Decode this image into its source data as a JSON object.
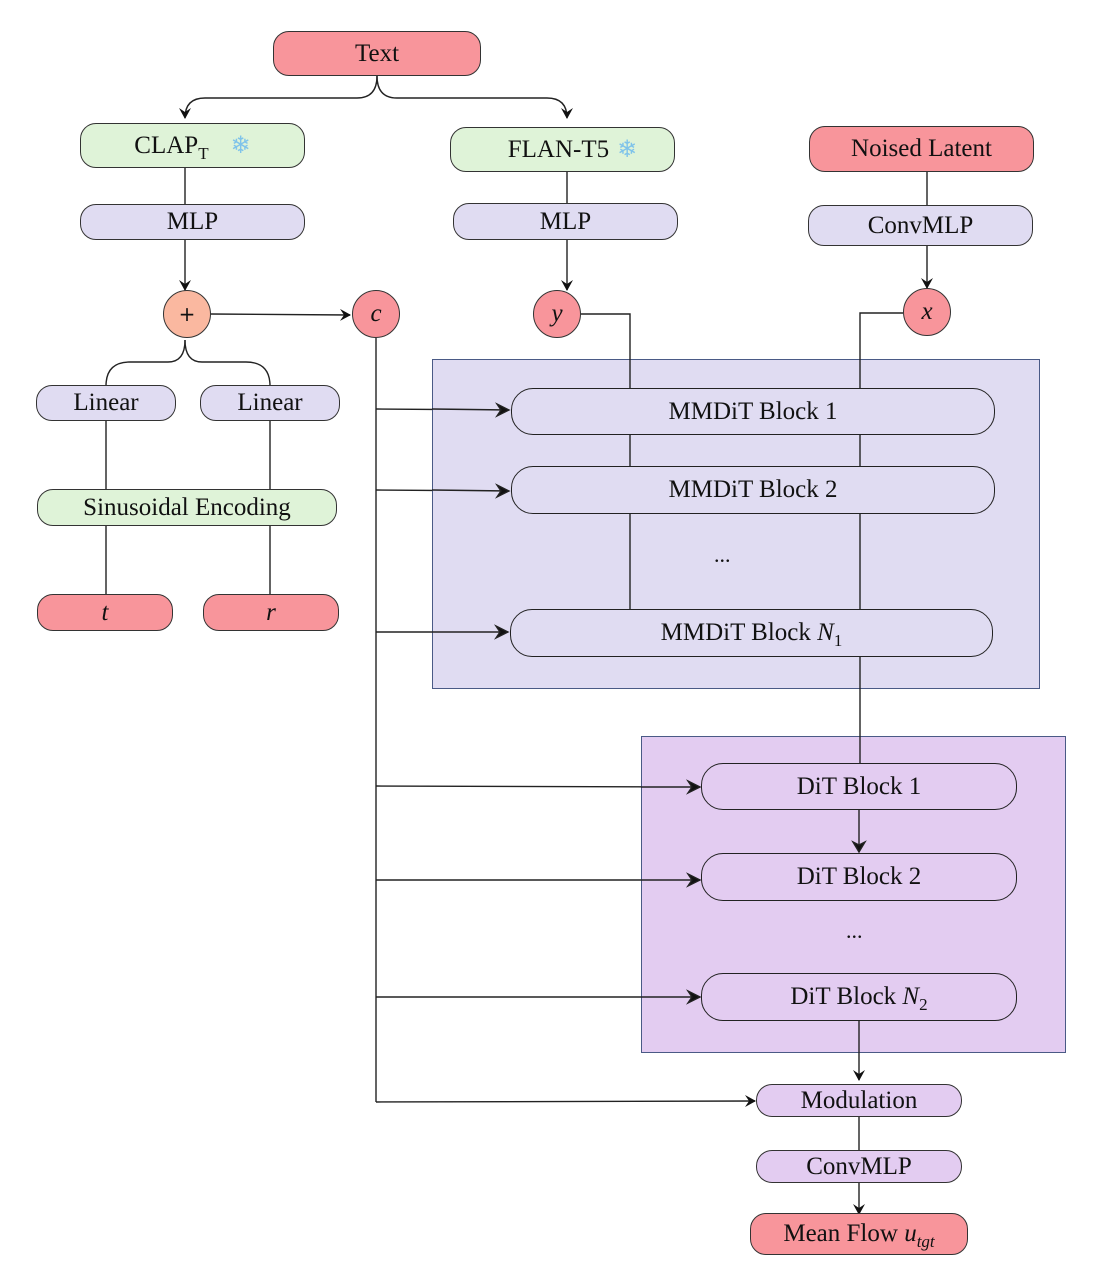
{
  "inputs": {
    "text": "Text",
    "noised_latent": "Noised Latent",
    "t": "t",
    "r": "r"
  },
  "encoders": {
    "clap": {
      "label": "CLAP",
      "subscript": "T",
      "frozen": true,
      "icon": "snowflake-icon"
    },
    "flan": {
      "label": "FLAN-T5",
      "frozen": true,
      "icon": "snowflake-icon"
    }
  },
  "layers": {
    "mlp_left": "MLP",
    "mlp_mid": "MLP",
    "convmlp_top": "ConvMLP",
    "linear_t": "Linear",
    "linear_r": "Linear",
    "sinusoidal": "Sinusoidal Encoding",
    "modulation": "Modulation",
    "convmlp_bottom": "ConvMLP"
  },
  "symbols": {
    "plus": "+",
    "c": "c",
    "y": "y",
    "x": "x",
    "snowflake": "❄"
  },
  "mmdit": {
    "blocks": [
      {
        "label": "MMDiT Block 1",
        "sub": ""
      },
      {
        "label": "MMDiT Block 2",
        "sub": ""
      },
      {
        "label": "MMDiT Block ",
        "var": "N",
        "sub": "1"
      }
    ],
    "ellipsis": "..."
  },
  "dit": {
    "blocks": [
      {
        "label": "DiT Block 1",
        "sub": ""
      },
      {
        "label": "DiT Block 2",
        "sub": ""
      },
      {
        "label": "DiT Block ",
        "var": "N",
        "sub": "2"
      }
    ],
    "ellipsis": "..."
  },
  "output": {
    "label": "Mean Flow ",
    "var": "u",
    "sub": "tgt"
  },
  "colors": {
    "input_red": "#f8959b",
    "frozen_green": "#dff3d8",
    "layer_lavender": "#e0dcf2",
    "dit_purple": "#e3ccf1",
    "sum_peach": "#fab8a0"
  }
}
